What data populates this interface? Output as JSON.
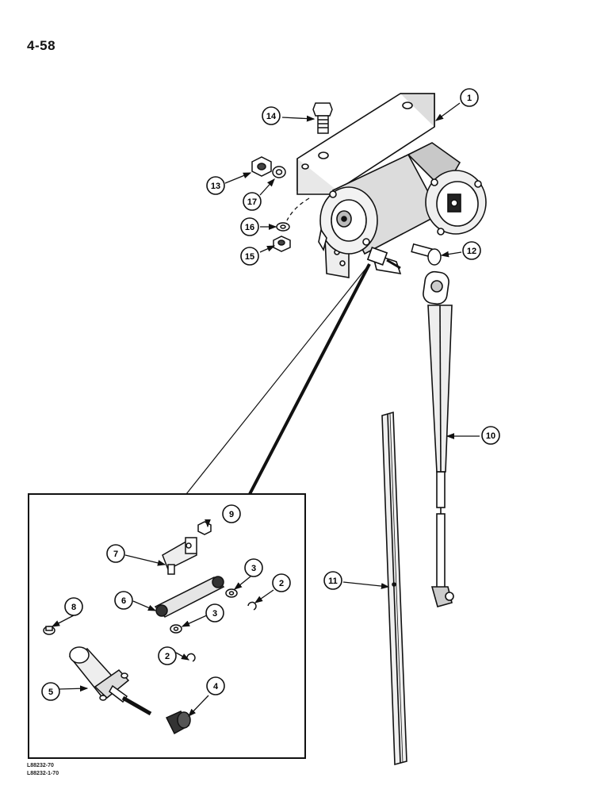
{
  "page": {
    "page_number": "4-58",
    "figure_codes": [
      "L88232-70",
      "L88232-1-70"
    ]
  },
  "callouts": {
    "c1": "1",
    "c10": "10",
    "c11": "11",
    "c12": "12",
    "c13": "13",
    "c14": "14",
    "c15": "15",
    "c16": "16",
    "c17": "17",
    "c9": "9",
    "c7": "7",
    "c6": "6",
    "c3a": "3",
    "c3b": "3",
    "c2a": "2",
    "c2b": "2",
    "c8": "8",
    "c5": "5",
    "c4": "4"
  },
  "parts": {
    "wiper_motor": "wiper-motor",
    "bracket": "mounting-bracket",
    "arm": "wiper-arm",
    "blade": "wiper-blade",
    "inset": "linkage-detail-inset"
  }
}
